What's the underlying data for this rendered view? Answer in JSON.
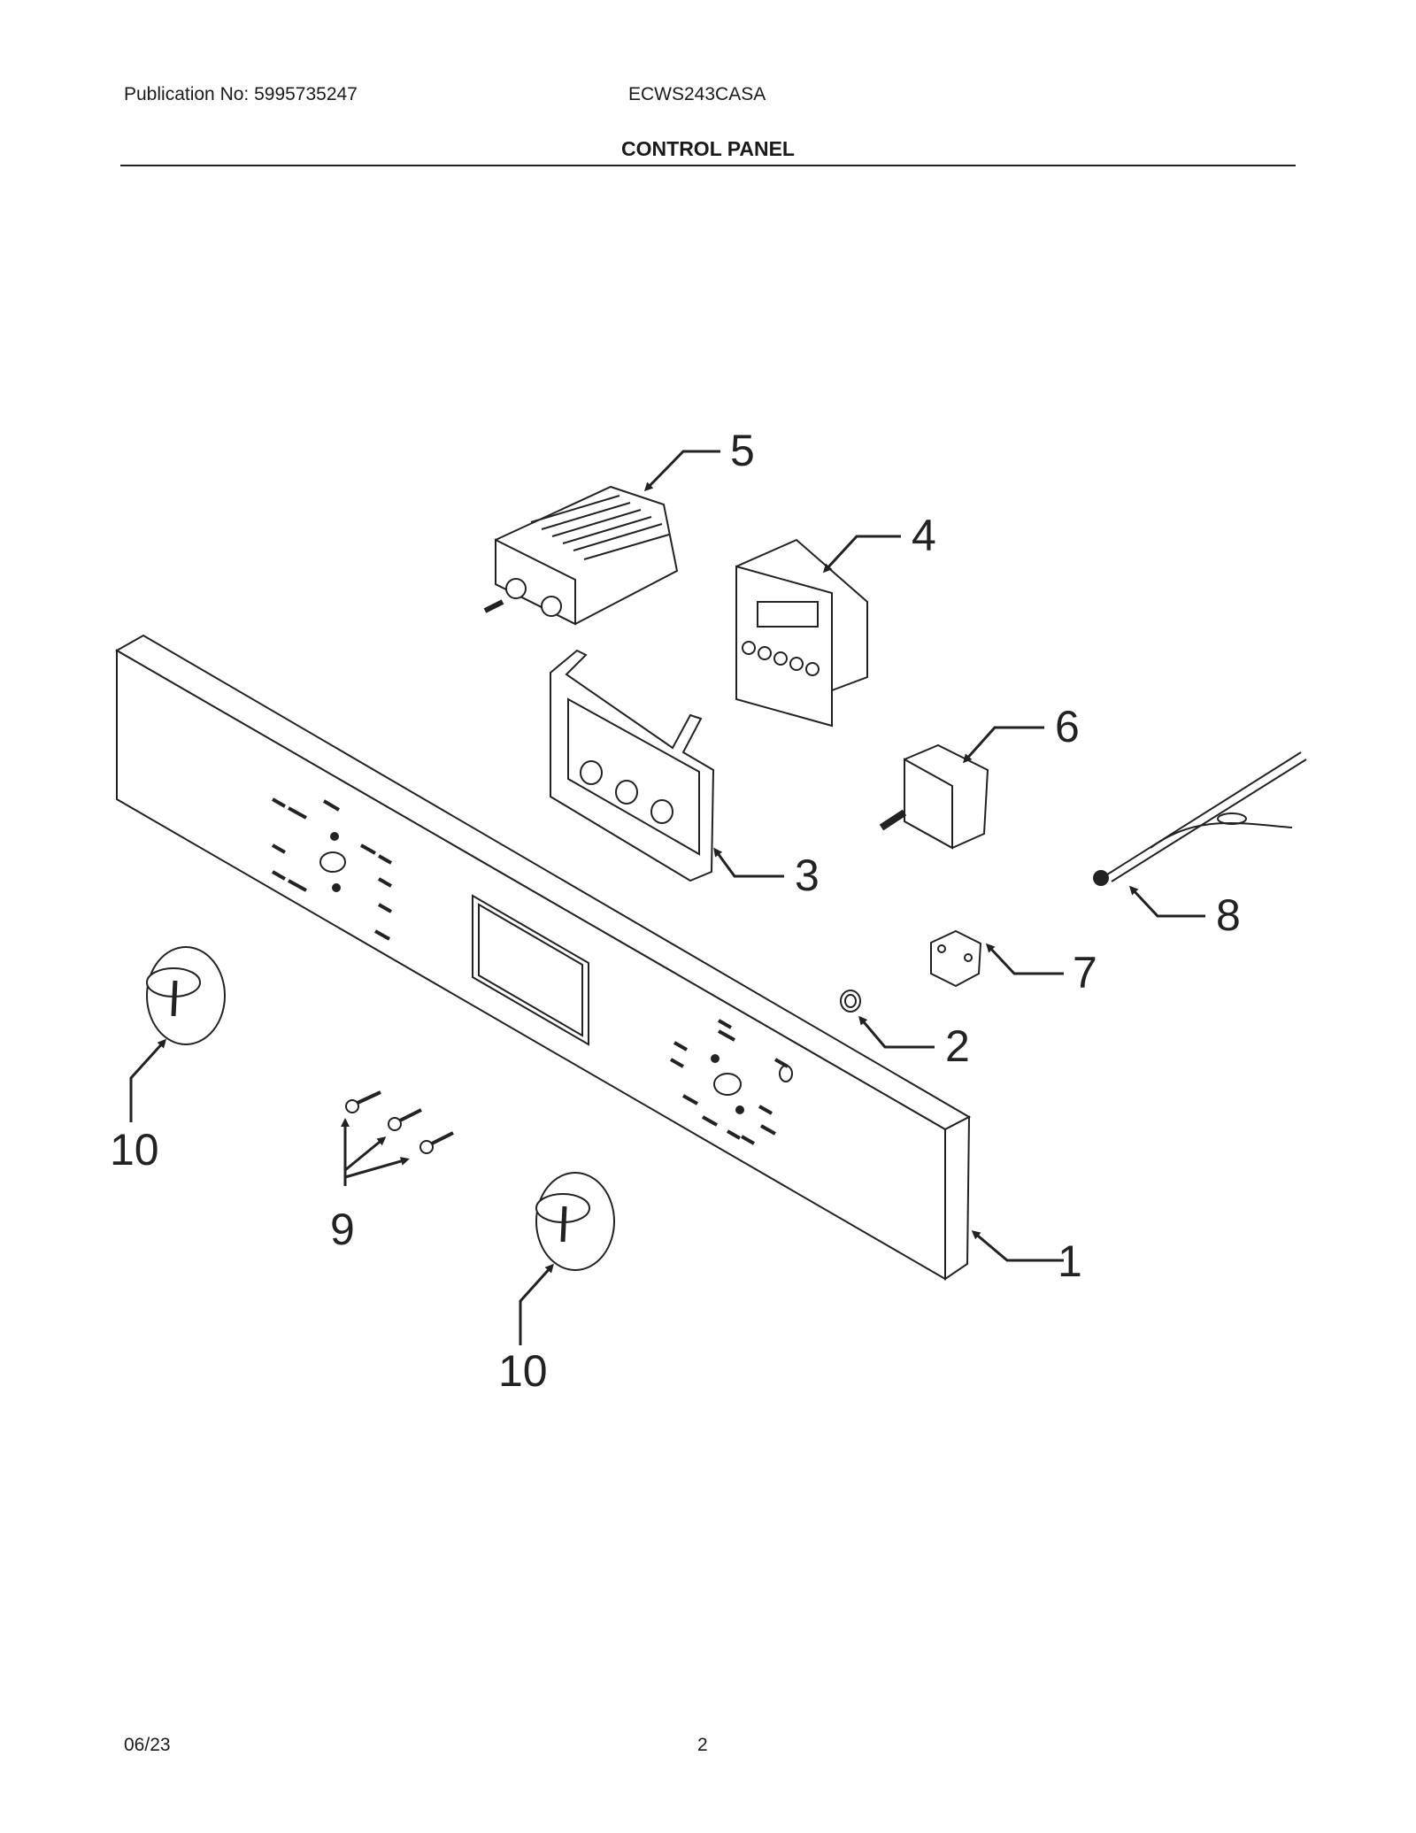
{
  "header": {
    "publication": "Publication No: 5995735247",
    "model": "ECWS243CASA",
    "title": "CONTROL PANEL"
  },
  "callouts": [
    "1",
    "2",
    "3",
    "4",
    "5",
    "6",
    "7",
    "8",
    "9",
    "10",
    "10"
  ],
  "footer": {
    "date": "06/23",
    "page": "2"
  }
}
